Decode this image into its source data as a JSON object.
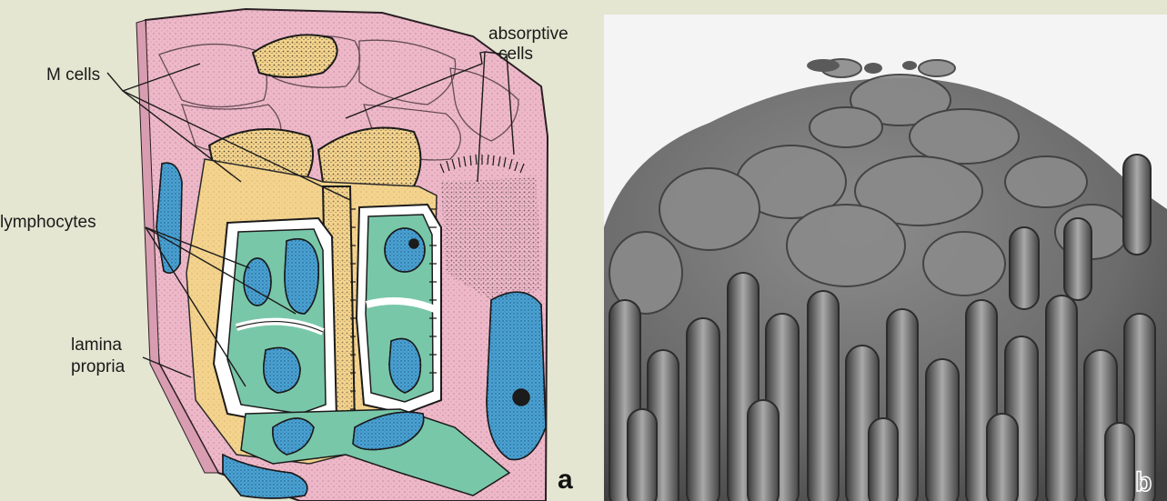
{
  "colors": {
    "background": "#e4e6d1",
    "epithelium_pink": "#eeb8c9",
    "connective_yellow": "#f4d38c",
    "lymphocyte_green": "#79c7a9",
    "nucleus_blue": "#4aa3d5",
    "sem_gray": "#6f6f6f"
  },
  "panel_a": {
    "labels": {
      "absorptive_cells": [
        "absorptive",
        "cells"
      ],
      "m_cells": "M cells",
      "lymphocytes": "lymphocytes",
      "lamina_propria": [
        "lamina",
        "propria"
      ]
    },
    "panel_letter": "a"
  },
  "panel_b": {
    "panel_letter": "b"
  }
}
